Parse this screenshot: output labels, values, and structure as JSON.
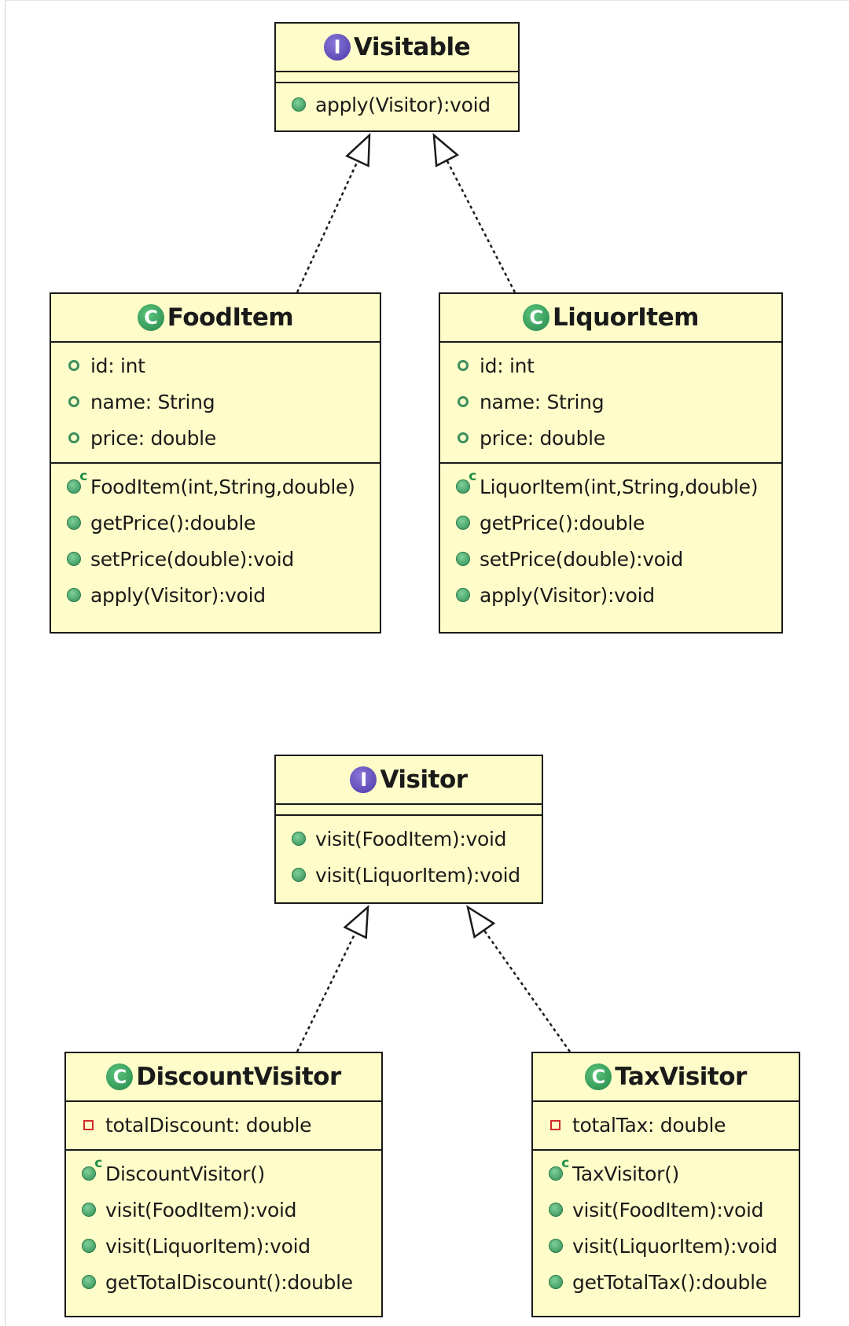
{
  "diagram": {
    "interfaces": [
      {
        "name": "Visitable",
        "badge": "I",
        "methods": [
          "apply(Visitor):void"
        ]
      },
      {
        "name": "Visitor",
        "badge": "I",
        "methods": [
          "visit(FoodItem):void",
          "visit(LiquorItem):void"
        ]
      }
    ],
    "classes": [
      {
        "name": "FoodItem",
        "badge": "C",
        "fields": [
          "id: int",
          "name: String",
          "price: double"
        ],
        "constructor": "FoodItem(int,String,double)",
        "methods": [
          "getPrice():double",
          "setPrice(double):void",
          "apply(Visitor):void"
        ]
      },
      {
        "name": "LiquorItem",
        "badge": "C",
        "fields": [
          "id: int",
          "name: String",
          "price: double"
        ],
        "constructor": "LiquorItem(int,String,double)",
        "methods": [
          "getPrice():double",
          "setPrice(double):void",
          "apply(Visitor):void"
        ]
      },
      {
        "name": "DiscountVisitor",
        "badge": "C",
        "fields": [
          "totalDiscount: double"
        ],
        "constructor": "DiscountVisitor()",
        "methods": [
          "visit(FoodItem):void",
          "visit(LiquorItem):void",
          "getTotalDiscount():double"
        ]
      },
      {
        "name": "TaxVisitor",
        "badge": "C",
        "fields": [
          "totalTax: double"
        ],
        "constructor": "TaxVisitor()",
        "methods": [
          "visit(FoodItem):void",
          "visit(LiquorItem):void",
          "getTotalTax():double"
        ]
      }
    ],
    "constructor_tag": "c",
    "relations": [
      {
        "from": "FoodItem",
        "to": "Visitable",
        "type": "realization"
      },
      {
        "from": "LiquorItem",
        "to": "Visitable",
        "type": "realization"
      },
      {
        "from": "DiscountVisitor",
        "to": "Visitor",
        "type": "realization"
      },
      {
        "from": "TaxVisitor",
        "to": "Visitor",
        "type": "realization"
      }
    ],
    "colors": {
      "box_fill": "#fefcc8",
      "border": "#1a1a1a",
      "interface_badge": "#5a45b8",
      "class_badge": "#2f9a55",
      "public_marker": "#3f8e5f",
      "private_marker": "#d02a2a"
    }
  }
}
